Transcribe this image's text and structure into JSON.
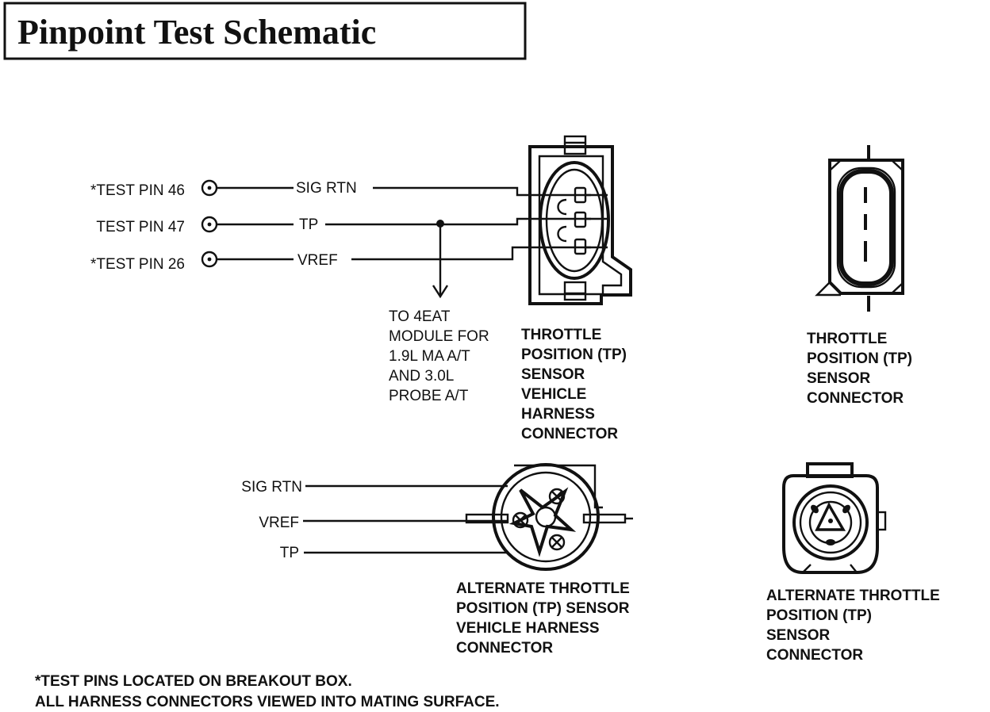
{
  "title": "Pinpoint Test Schematic",
  "test_pins": [
    {
      "label": "*TEST PIN 46",
      "wire": "SIG RTN"
    },
    {
      "label": "TEST PIN 47",
      "wire": "TP"
    },
    {
      "label": "*TEST PIN 26",
      "wire": "VREF"
    }
  ],
  "module_note": [
    "TO 4EAT",
    "MODULE FOR",
    "1.9L MA A/T",
    "AND 3.0L",
    "PROBE A/T"
  ],
  "tp_harness_label": [
    "THROTTLE",
    "POSITION (TP)",
    "SENSOR",
    "VEHICLE",
    "HARNESS",
    "CONNECTOR"
  ],
  "tp_sensor_label": [
    "THROTTLE",
    "POSITION (TP)",
    "SENSOR",
    "CONNECTOR"
  ],
  "alt_wires": [
    "SIG RTN",
    "VREF",
    "TP"
  ],
  "alt_harness_label": [
    "ALTERNATE THROTTLE",
    "POSITION (TP) SENSOR",
    "VEHICLE HARNESS",
    "CONNECTOR"
  ],
  "alt_sensor_label": [
    "ALTERNATE THROTTLE",
    "POSITION (TP)",
    "SENSOR",
    "CONNECTOR"
  ],
  "footnotes": [
    "*TEST PINS LOCATED ON BREAKOUT BOX.",
    "ALL HARNESS CONNECTORS VIEWED INTO MATING SURFACE."
  ]
}
